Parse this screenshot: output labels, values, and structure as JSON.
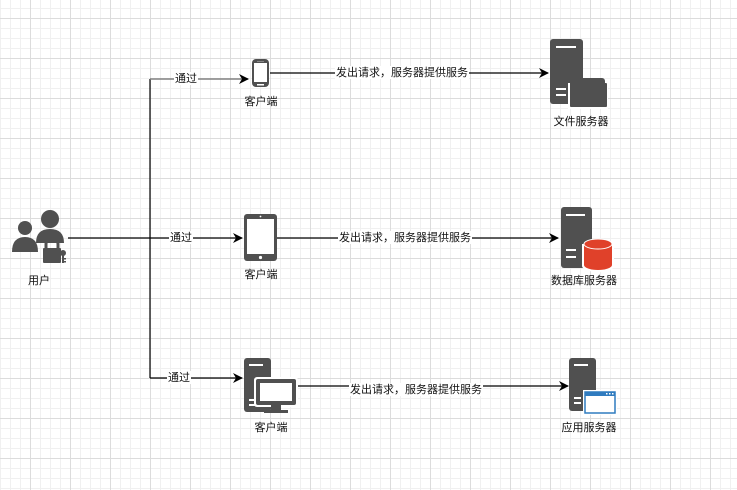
{
  "diagram": {
    "user": {
      "label": "用户",
      "icon": "user-group-lock-icon"
    },
    "rows": [
      {
        "via_label": "通过",
        "client_label": "客户端",
        "client_icon": "mobile-phone-icon",
        "request_label": "发出请求，服务器提供服务",
        "server_label": "文件服务器",
        "server_icon": "file-server-icon"
      },
      {
        "via_label": "通过",
        "client_label": "客户端",
        "client_icon": "tablet-icon",
        "request_label": "发出请求，服务器提供服务",
        "server_label": "数据库服务器",
        "server_icon": "database-server-icon"
      },
      {
        "via_label": "通过",
        "client_label": "客户端",
        "client_icon": "desktop-computer-icon",
        "request_label": "发出请求，服务器提供服务",
        "server_label": "应用服务器",
        "server_icon": "application-server-icon"
      }
    ],
    "colors": {
      "icon": "#505050",
      "database_accent": "#e0412a",
      "app_window_accent": "#2f7bbf",
      "line": "#000000",
      "selected_line": "#808080"
    }
  }
}
